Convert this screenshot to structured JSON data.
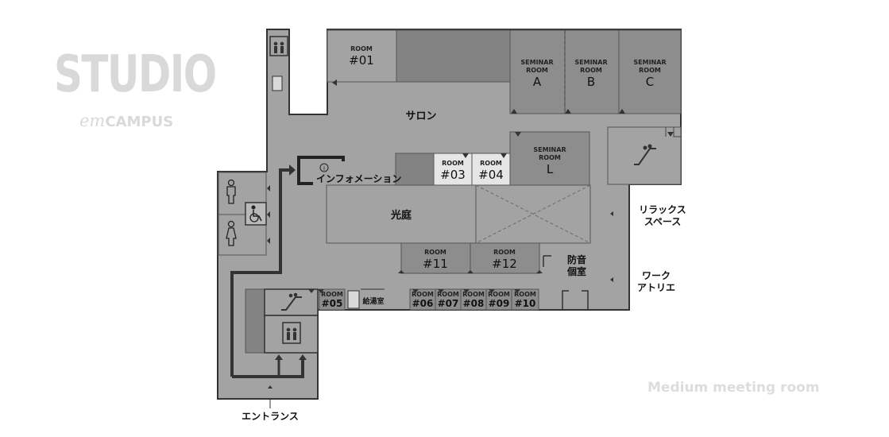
{
  "brand": {
    "studio": "STUDIO",
    "em": "em",
    "campus": "CAMPUS"
  },
  "footer_label": "Medium meeting room",
  "rooms": {
    "room01": {
      "line1": "ROOM",
      "line2": "#01"
    },
    "seminarA": {
      "line1": "SEMINAR",
      "line2": "ROOM",
      "line3": "A"
    },
    "seminarB": {
      "line1": "SEMINAR",
      "line2": "ROOM",
      "line3": "B"
    },
    "seminarC": {
      "line1": "SEMINAR",
      "line2": "ROOM",
      "line3": "C"
    },
    "seminarL": {
      "line1": "SEMINAR",
      "line2": "ROOM",
      "line3": "L"
    },
    "room03": {
      "line1": "ROOM",
      "line2": "#03"
    },
    "room04": {
      "line1": "ROOM",
      "line2": "#04"
    },
    "room11": {
      "line1": "ROOM",
      "line2": "#11"
    },
    "room12": {
      "line1": "ROOM",
      "line2": "#12"
    },
    "room05": {
      "line1": "ROOM",
      "line2": "#05"
    },
    "room06": {
      "line1": "ROOM",
      "line2": "#06"
    },
    "room07": {
      "line1": "ROOM",
      "line2": "#07"
    },
    "room08": {
      "line1": "ROOM",
      "line2": "#08"
    },
    "room09": {
      "line1": "ROOM",
      "line2": "#09"
    },
    "room10": {
      "line1": "ROOM",
      "line2": "#10"
    }
  },
  "areas": {
    "salon": "サロン",
    "info": "インフォメーション",
    "info_symbol": "i",
    "courtyard": "光庭",
    "soundproof_line1": "防音",
    "soundproof_line2": "個室",
    "relax_line1": "リラックス",
    "relax_line2": "スペース",
    "work_line1": "ワーク",
    "work_line2": "アトリエ",
    "kitchen": "給湯室",
    "entrance": "エントランス"
  }
}
